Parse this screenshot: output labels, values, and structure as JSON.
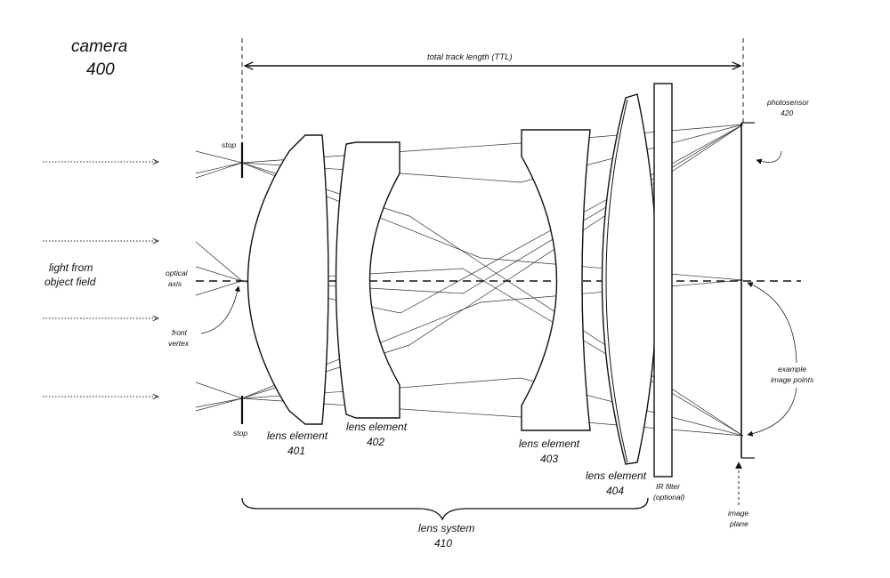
{
  "camera": {
    "title": "camera",
    "number": "400"
  },
  "ttl": {
    "label": "total track length (TTL)"
  },
  "labels": {
    "light_from": "light from",
    "object_field": "object field",
    "stop_top": "stop",
    "stop_bottom": "stop",
    "optical": "optical",
    "axis": "axis",
    "front": "front",
    "vertex": "vertex",
    "photosensor": "photosensor",
    "photosensor_number": "420",
    "example": "example",
    "image_points": "image points",
    "image": "image",
    "plane": "plane",
    "ir_filter": "IR filter",
    "ir_optional": "(optional)"
  },
  "lens_elements": [
    {
      "label": "lens element",
      "number": "401"
    },
    {
      "label": "lens element",
      "number": "402"
    },
    {
      "label": "lens element",
      "number": "403"
    },
    {
      "label": "lens element",
      "number": "404"
    }
  ],
  "lens_system": {
    "label": "lens system",
    "number": "410"
  }
}
